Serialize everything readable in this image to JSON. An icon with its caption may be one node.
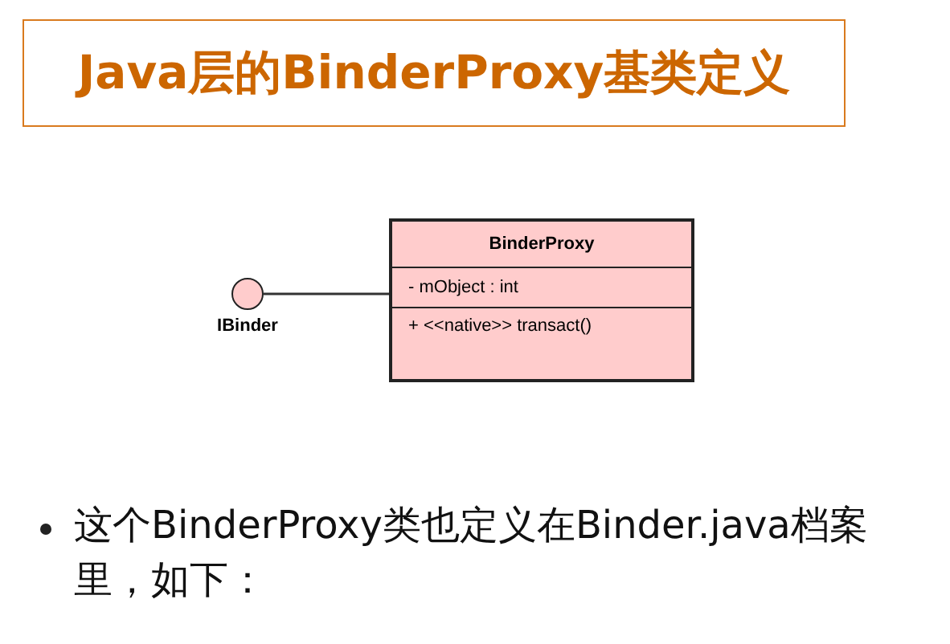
{
  "diagram": {
    "title": "Java层的BinderProxy基类定义",
    "nodes": [
      {
        "text": [
          "IBinder"
        ]
      },
      {
        "text": [
          "BinderProxy",
          "- mObject : int",
          "+ <<native>> transact()"
        ]
      }
    ],
    "edges": [
      {
        "from": 0,
        "to": 1,
        "arrow": "none"
      }
    ],
    "labels": [
      "这个BinderProxy类也定义在Binder.java档案里，如下："
    ]
  }
}
